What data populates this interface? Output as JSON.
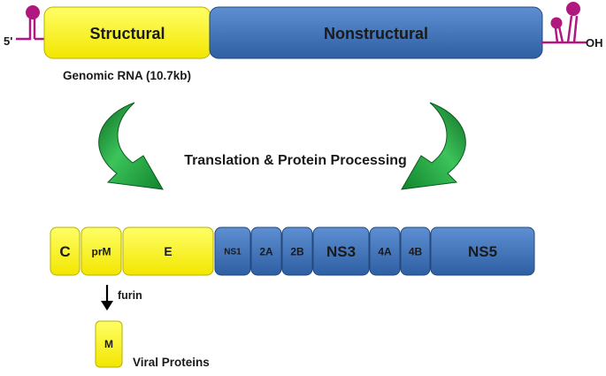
{
  "genome": {
    "five_prime": "5'",
    "three_prime": "OH",
    "structural": "Structural",
    "nonstructural": "Nonstructural",
    "caption": "Genomic RNA (10.7kb)"
  },
  "process_label": "Translation & Protein Processing",
  "proteins": [
    {
      "id": "c",
      "label": "C",
      "type": "structural"
    },
    {
      "id": "prm",
      "label": "prM",
      "type": "structural"
    },
    {
      "id": "e",
      "label": "E",
      "type": "structural"
    },
    {
      "id": "ns1",
      "label": "NS1",
      "type": "nonstructural"
    },
    {
      "id": "2a",
      "label": "2A",
      "type": "nonstructural"
    },
    {
      "id": "2b",
      "label": "2B",
      "type": "nonstructural"
    },
    {
      "id": "ns3",
      "label": "NS3",
      "type": "nonstructural"
    },
    {
      "id": "4a",
      "label": "4A",
      "type": "nonstructural"
    },
    {
      "id": "4b",
      "label": "4B",
      "type": "nonstructural"
    },
    {
      "id": "ns5",
      "label": "NS5",
      "type": "nonstructural"
    }
  ],
  "cleavage": {
    "enzyme": "furin",
    "product": "M"
  },
  "footer_label": "Viral Proteins",
  "colors": {
    "structural": "#ffff00",
    "nonstructural": "#3d72b8",
    "loop": "#b0177f",
    "arrow": "#1e9a3a"
  }
}
